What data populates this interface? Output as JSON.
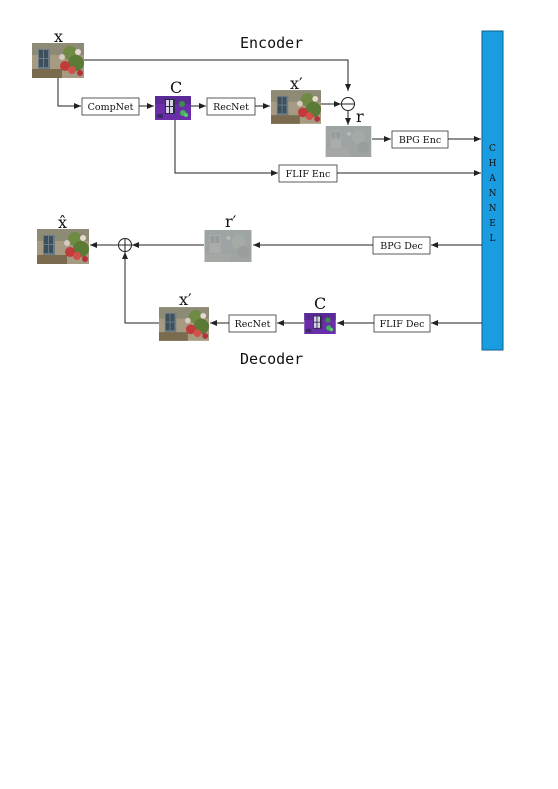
{
  "encoder": {
    "title": "Encoder",
    "input_label": "x",
    "code_label": "C",
    "recon_label": "x′",
    "residual_label": "r",
    "blocks": {
      "compnet": "CompNet",
      "recnet": "RecNet",
      "bpg_enc": "BPG Enc",
      "flif_enc": "FLIF Enc"
    },
    "subtract_symbol": "⊖"
  },
  "channel": {
    "letters": [
      "C",
      "H",
      "A",
      "N",
      "N",
      "E",
      "L"
    ],
    "color": "#1a9ce0"
  },
  "decoder": {
    "title": "Decoder",
    "output_label": "x̂",
    "residual_label": "r′",
    "recon_label": "x′",
    "code_label": "C",
    "blocks": {
      "bpg_dec": "BPG Dec",
      "flif_dec": "FLIF Dec",
      "recnet": "RecNet"
    },
    "add_symbol": "⊕"
  },
  "colors": {
    "line": "#222222",
    "code_purple": "#6a2fa8"
  }
}
